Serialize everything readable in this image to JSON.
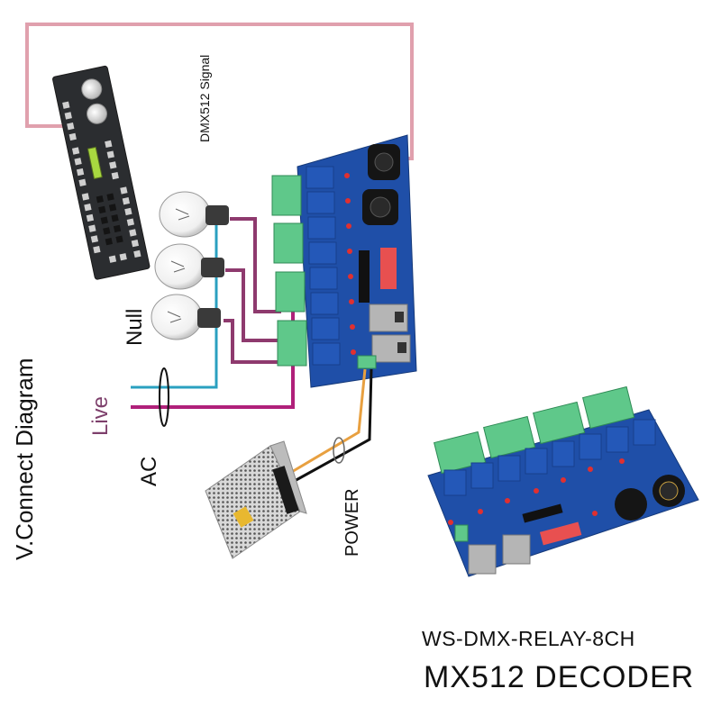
{
  "diagram": {
    "title": {
      "model": "WS-DMX-RELAY-8CH",
      "product": "MX512 DECODER"
    },
    "labels": {
      "dmx_signal": "DMX512 Signal",
      "connect_diagram": "V.Connect Diagram",
      "null": "Null",
      "live": "Live",
      "ac": "AC",
      "power": "POWER"
    },
    "components": [
      {
        "id": "dmx-console",
        "name": "DMX512 controller console"
      },
      {
        "id": "bulb-1",
        "name": "Light bulb"
      },
      {
        "id": "bulb-2",
        "name": "Light bulb"
      },
      {
        "id": "bulb-3",
        "name": "Light bulb"
      },
      {
        "id": "relay-board-wired",
        "name": "8-channel DMX relay decoder board (wired view)"
      },
      {
        "id": "power-supply",
        "name": "Switching power supply"
      },
      {
        "id": "relay-board-product",
        "name": "8-channel DMX relay decoder board (product view)"
      }
    ],
    "relay_channels": 8,
    "colors": {
      "dmx_signal_wire": "#e0a0ad",
      "null_wire": "#2aa0c0",
      "live_wire": "#b0207a",
      "load_wire": "#8e3a6e",
      "power_positive_wire": "#e8a040",
      "power_negative_wire": "#111111",
      "pcb_blue": "#1f4fa8",
      "relay_blue": "#2458b8",
      "terminal_green": "#5fc88a",
      "dip_switch_red": "#e85050",
      "console_body": "#2b2d30",
      "console_display": "#a8d840",
      "live_label": "#7d3f6b"
    }
  }
}
